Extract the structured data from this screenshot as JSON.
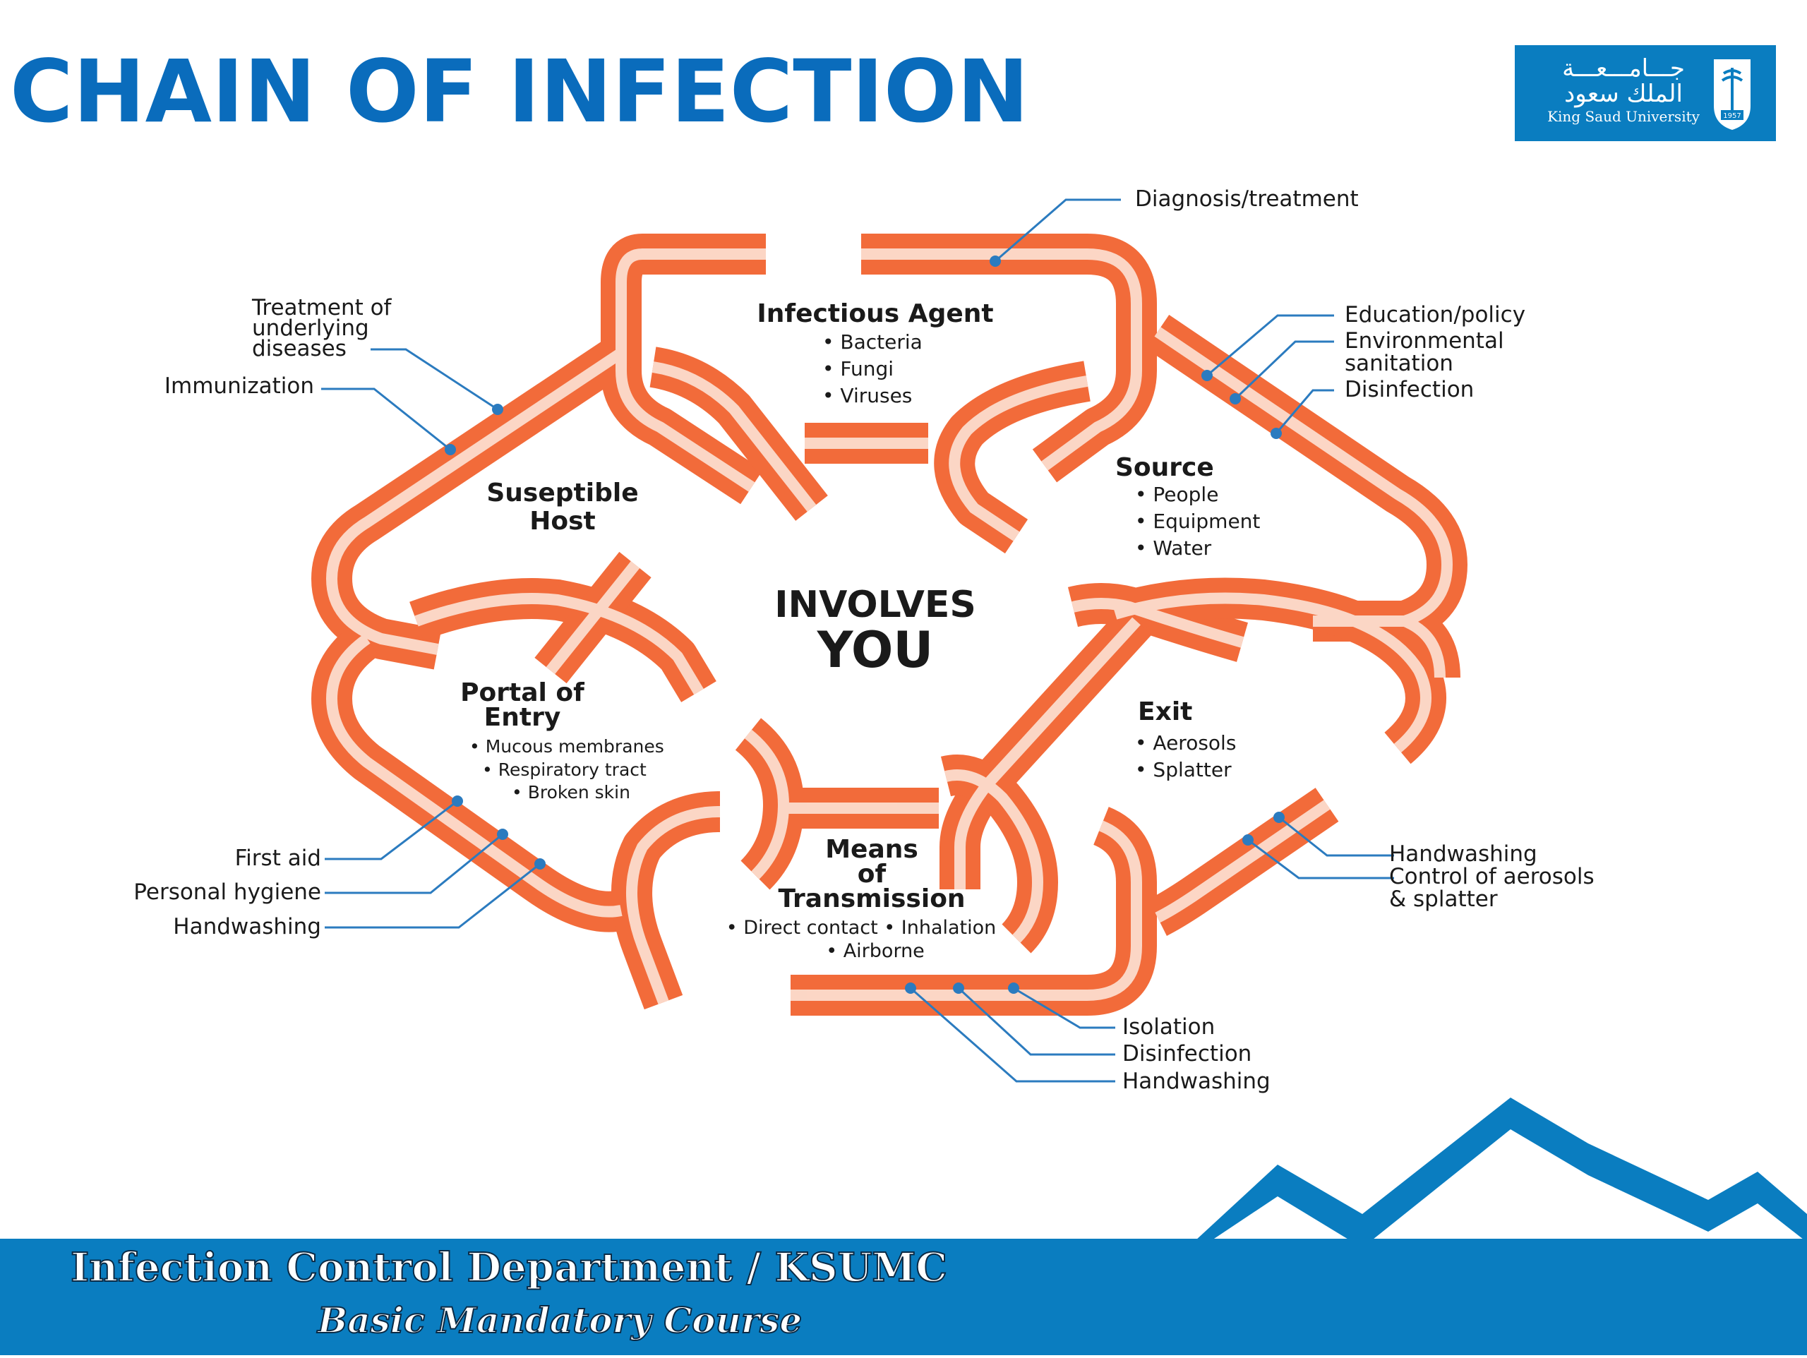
{
  "title": "CHAIN OF INFECTION",
  "logo": {
    "arabic_line1": "جـــامـــعـــة",
    "arabic_line2": "الملك سعود",
    "english": "King Saud University",
    "year": "1957"
  },
  "center": {
    "line1": "INVOLVES",
    "line2": "YOU"
  },
  "links": {
    "agent": {
      "title": "Infectious Agent",
      "items": [
        "• Bacteria",
        "• Fungi",
        "• Viruses"
      ]
    },
    "source": {
      "title": "Source",
      "items": [
        "• People",
        "• Equipment",
        "• Water"
      ]
    },
    "exit": {
      "title": "Exit",
      "items": [
        "• Aerosols",
        "• Splatter"
      ]
    },
    "transmission": {
      "title1": "Means",
      "title2": "of",
      "title3": "Transmission",
      "items": [
        "• Direct contact • Inhalation",
        "• Airborne"
      ]
    },
    "entry": {
      "title1": "Portal of",
      "title2": "Entry",
      "items": [
        "• Mucous membranes",
        "• Respiratory tract",
        "• Broken skin"
      ]
    },
    "host": {
      "title1": "Suseptible",
      "title2": "Host"
    }
  },
  "interventions": {
    "diagnosis": "Diagnosis/treatment",
    "education": "Education/policy",
    "env1": "Environmental",
    "env2": "sanitation",
    "disinfection_top": "Disinfection",
    "handwashing_right": "Handwashing",
    "control1": "Control of aerosols",
    "control2": "& splatter",
    "isolation": "Isolation",
    "disinfection_bottom": "Disinfection",
    "handwashing_bottom": "Handwashing",
    "first_aid": "First aid",
    "personal_hygiene": "Personal hygiene",
    "handwashing_left": "Handwashing",
    "treatment1": "Treatment of",
    "treatment2": "underlying",
    "treatment3": "diseases",
    "immunization": "Immunization"
  },
  "footer": {
    "line1": "Infection  Control Department / KSUMC",
    "line2": "Basic Mandatory Course"
  },
  "colors": {
    "title_blue": "#0a6cbc",
    "footer_blue": "#0a7dc0",
    "chain_orange": "#f26b3a",
    "chain_highlight": "#fde6dc",
    "leader_blue": "#2b7bbf",
    "text_dark": "#1a1a1a"
  }
}
